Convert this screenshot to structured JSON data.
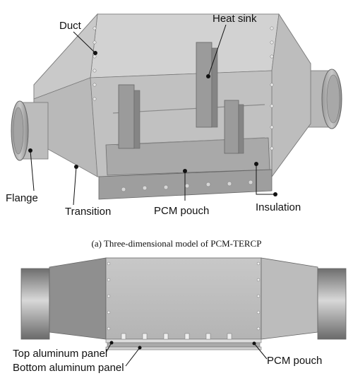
{
  "top_figure": {
    "labels": {
      "duct": "Duct",
      "heat_sink": "Heat sink",
      "flange": "Flange",
      "transition": "Transition",
      "pcm_pouch": "PCM pouch",
      "insulation": "Insulation"
    },
    "caption": "(a) Three-dimensional model of PCM-TERCP"
  },
  "bottom_figure": {
    "labels": {
      "top_aluminum_panel": "Top aluminum panel",
      "bottom_aluminum_panel": "Bottom aluminum panel",
      "pcm_pouch": "PCM pouch"
    }
  }
}
